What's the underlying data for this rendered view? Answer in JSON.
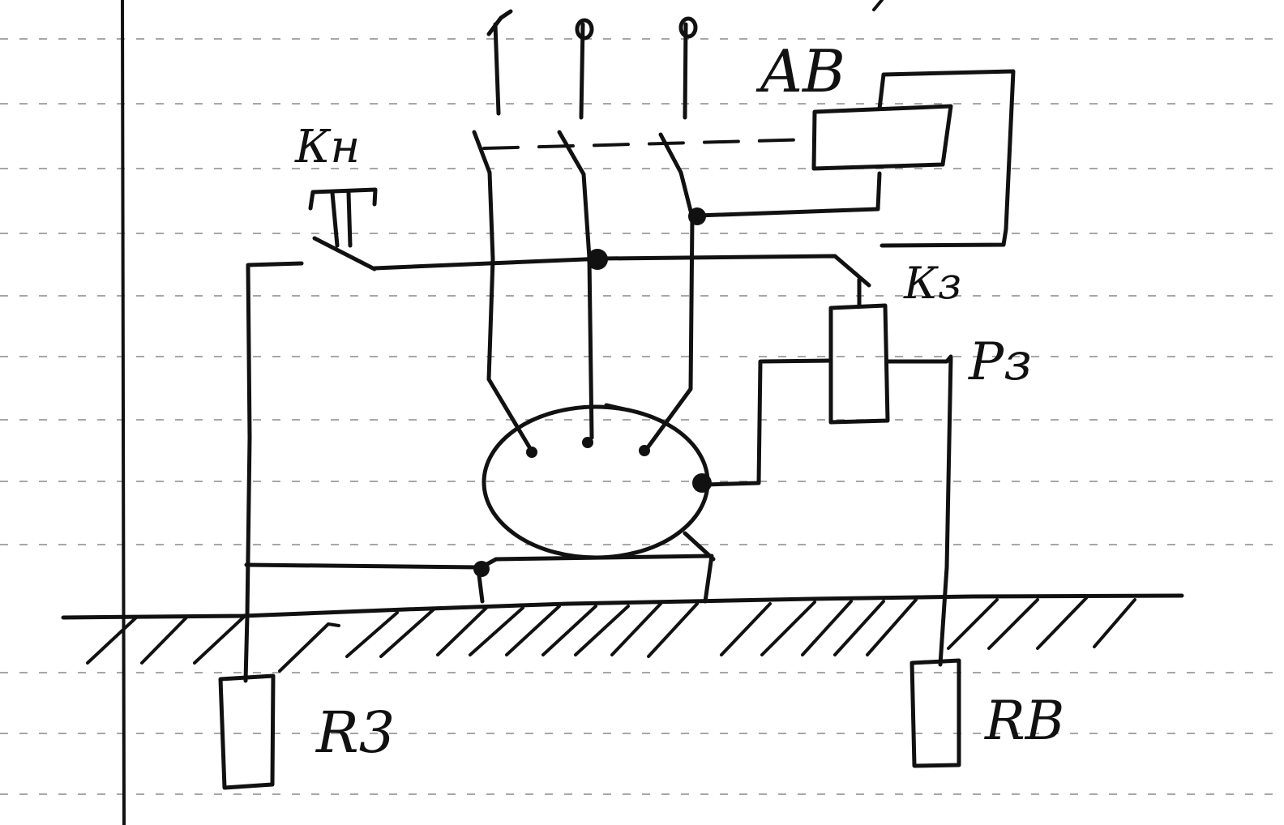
{
  "labels": {
    "breaker": "AB",
    "button": "Кн",
    "contact": "Кз",
    "relay": "Рз",
    "ground_resistor": "R3",
    "aux_resistor": "RB"
  },
  "colors": {
    "ink": "#111111",
    "paper": "#ffffff",
    "ruling": "#8a8a8a"
  }
}
